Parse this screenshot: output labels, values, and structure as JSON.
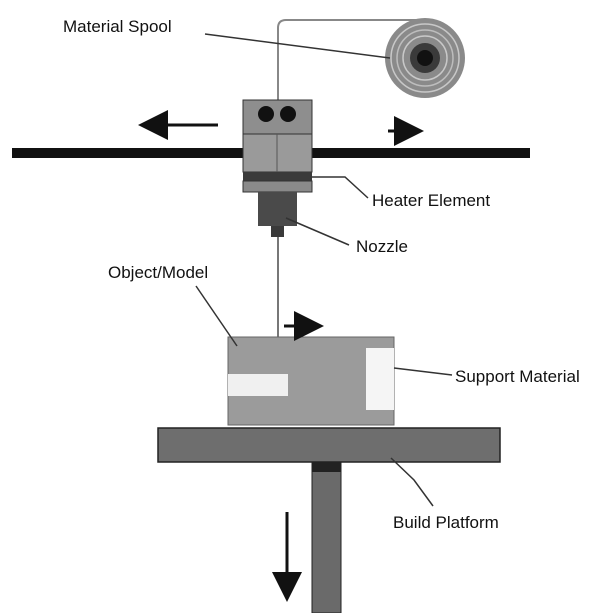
{
  "labels": {
    "material_spool": "Material Spool",
    "heater_element": "Heater Element",
    "nozzle": "Nozzle",
    "object_model": "Object/Model",
    "support_material": "Support Material",
    "build_platform": "Build Platform"
  },
  "colors": {
    "rail": "#111111",
    "extruder_body": "#8c8c8c",
    "extruder_dark": "#5a5a5a",
    "model": "#9a9a9a",
    "support": "#f2f2f2",
    "platform": "#6e6e6e",
    "spool_outer": "#8a8a8a",
    "spool_core": "#2a2a2a",
    "arrow": "#111111"
  },
  "icons": {
    "left_arrow": "left-arrow-icon",
    "right_arrow": "right-arrow-icon",
    "down_arrow": "down-arrow-icon"
  }
}
